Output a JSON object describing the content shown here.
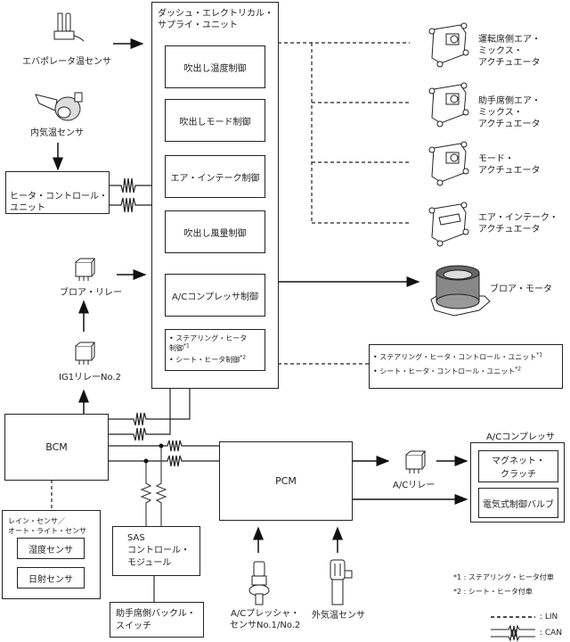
{
  "dsu": {
    "title": "ダッシュ・エレクトリカル・\nサプライ・ユニット",
    "controls": [
      "吹出し温度制御",
      "吹出しモード制御",
      "エア・インテーク制御",
      "吹出し風量制御",
      "A/Cコンプレッサ制御"
    ],
    "heater_items": [
      {
        "text": "ステアリング・ヒータ\n制御",
        "note": "*1"
      },
      {
        "text": "シート・ヒータ制御",
        "note": "*2"
      }
    ]
  },
  "inputs": {
    "evap_sensor": "エバポレータ温センサ",
    "cabin_sensor": "内気温センサ",
    "heater_unit": "ヒータ・コントロール・\nユニット",
    "blower_relay": "ブロア・リレー",
    "ig1_relay": "IG1リレーNo.2"
  },
  "actuators": [
    "運転席側エア・\nミックス・\nアクチュエータ",
    "助手席側エア・\nミックス・\nアクチュエータ",
    "モード・\nアクチュエータ",
    "エア・インテーク・\nアクチュエータ"
  ],
  "blower_motor": "ブロア・モータ",
  "heater_units": [
    {
      "text": "ステアリング・ヒータ・コントロール・ユニット",
      "note": "*1"
    },
    {
      "text": "シート・ヒータ・コントロール・ユニット",
      "note": "*2"
    }
  ],
  "bcm": "BCM",
  "pcm": "PCM",
  "rain_sensor": {
    "title": "レイン・センサ／\nオート・ライト・センサ",
    "items": [
      "湿度センサ",
      "日射センサ"
    ]
  },
  "sas": "SAS\nコントロール・\nモジュール",
  "buckle_switch": "助手席側バックル・\nスイッチ",
  "ac_pressure_sensor": "A/Cプレッシャ・\nセンサNo.1/No.2",
  "ambient_sensor": "外気温センサ",
  "ac_relay": "A/Cリレー",
  "ac_compressor": {
    "title": "A/Cコンプレッサ",
    "items": [
      "マグネット・\nクラッチ",
      "電気式制御バルブ"
    ]
  },
  "footnotes": [
    "*1 : ステアリング・ヒータ付車",
    "*2 : シート・ヒータ付車"
  ],
  "legend": {
    "lin": ": LIN",
    "can": ": CAN"
  }
}
